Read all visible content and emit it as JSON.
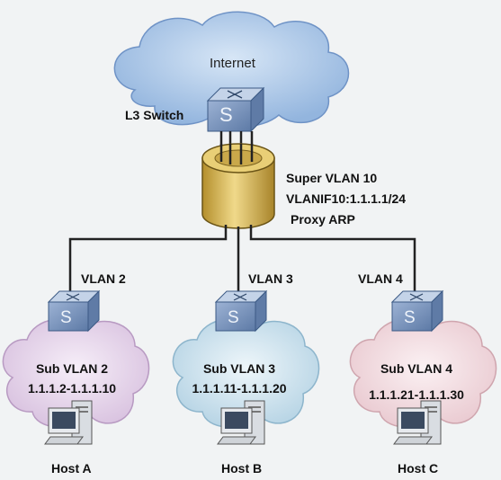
{
  "internet_label": "Internet",
  "core": {
    "switch_label": "L3 Switch",
    "switch_glyph": "S",
    "super_vlan": "Super VLAN 10",
    "vlanif": "VLANIF10:1.1.1.1/24",
    "proxy": "Proxy ARP"
  },
  "branches": [
    {
      "vlan": "VLAN 2",
      "sub_vlan": "Sub VLAN 2",
      "range": "1.1.1.2-1.1.1.10",
      "host": "Host A",
      "glyph": "S",
      "cloud_color": "#e6d4eb"
    },
    {
      "vlan": "VLAN 3",
      "sub_vlan": "Sub VLAN 3",
      "range": "1.1.1.11-1.1.1.20",
      "host": "Host B",
      "glyph": "S",
      "cloud_color": "#cfe4ef"
    },
    {
      "vlan": "VLAN 4",
      "sub_vlan": "Sub VLAN 4",
      "range": "1.1.1.21-1.1.1.30",
      "host": "Host C",
      "glyph": "S",
      "cloud_color": "#f3dfe3"
    }
  ],
  "colors": {
    "internet_cloud": "#a9c6e8",
    "switch": "#7d97bd",
    "cylinder": "#d8b95c",
    "link": "#222222"
  }
}
